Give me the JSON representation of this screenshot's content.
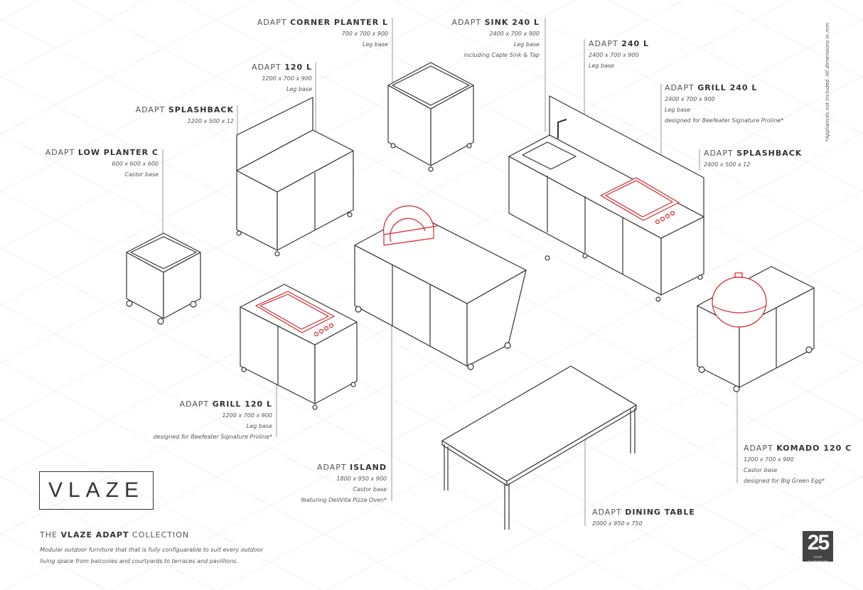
{
  "products": [
    {
      "prefix": "ADAPT",
      "name": "CORNER PLANTER L",
      "dims": "700 x 700 x 900",
      "base": "Leg base"
    },
    {
      "prefix": "ADAPT",
      "name": "SINK 240 L",
      "dims": "2400 x 700 x 900",
      "base": "Leg base",
      "note": "including Caple Sink & Tap"
    },
    {
      "prefix": "ADAPT",
      "name": "240 L",
      "dims": "2400 x 700 x 900",
      "base": "Leg base"
    },
    {
      "prefix": "ADAPT",
      "name": "120 L",
      "dims": "1200 x 700 x 900",
      "base": "Leg base"
    },
    {
      "prefix": "ADAPT",
      "name": "GRILL 240 L",
      "dims": "2400 x 700 x 900",
      "base": "Leg base",
      "note": "designed for Beefeater Signature Proline*"
    },
    {
      "prefix": "ADAPT",
      "name": "SPLASHBACK",
      "dims": "1200 x 500 x 12"
    },
    {
      "prefix": "ADAPT",
      "name": "SPLASHBACK",
      "dims": "2400 x 500 x 12"
    },
    {
      "prefix": "ADAPT",
      "name": "LOW PLANTER C",
      "dims": "600 x 600 x 600",
      "base": "Castor base"
    },
    {
      "prefix": "ADAPT",
      "name": "GRILL 120 L",
      "dims": "1200 x 700 x 900",
      "base": "Leg base",
      "note": "designed for Beefeater Signature Proline*"
    },
    {
      "prefix": "ADAPT",
      "name": "KOMADO 120 C",
      "dims": "1200 x 700 x 900",
      "base": "Castor base",
      "note": "designed for Big Green Egg*"
    },
    {
      "prefix": "ADAPT",
      "name": "ISLAND",
      "dims": "1800 x 950 x 900",
      "base": "Castor base",
      "note": "featuring DeliVita Pizza Oven*"
    },
    {
      "prefix": "ADAPT",
      "name": "DINING TABLE",
      "dims": "2000 x 950 x 750"
    }
  ],
  "brand": {
    "logo": "VLAZE"
  },
  "collection": {
    "pre": "THE",
    "bold": "VLAZE ADAPT",
    "post": "COLLECTION",
    "description": "Modular outdoor furniture that that is fully configuarable to suit every outdoor living space from balconies and courtyards to terraces and pavillions."
  },
  "footnote": "*Appliances not included. All dimensions in mm.",
  "guarantee": {
    "years": "25",
    "label": "YEAR GUARANTEE"
  },
  "colors": {
    "line": "#333333",
    "appliance": "#d7262a",
    "leader": "#999999"
  }
}
